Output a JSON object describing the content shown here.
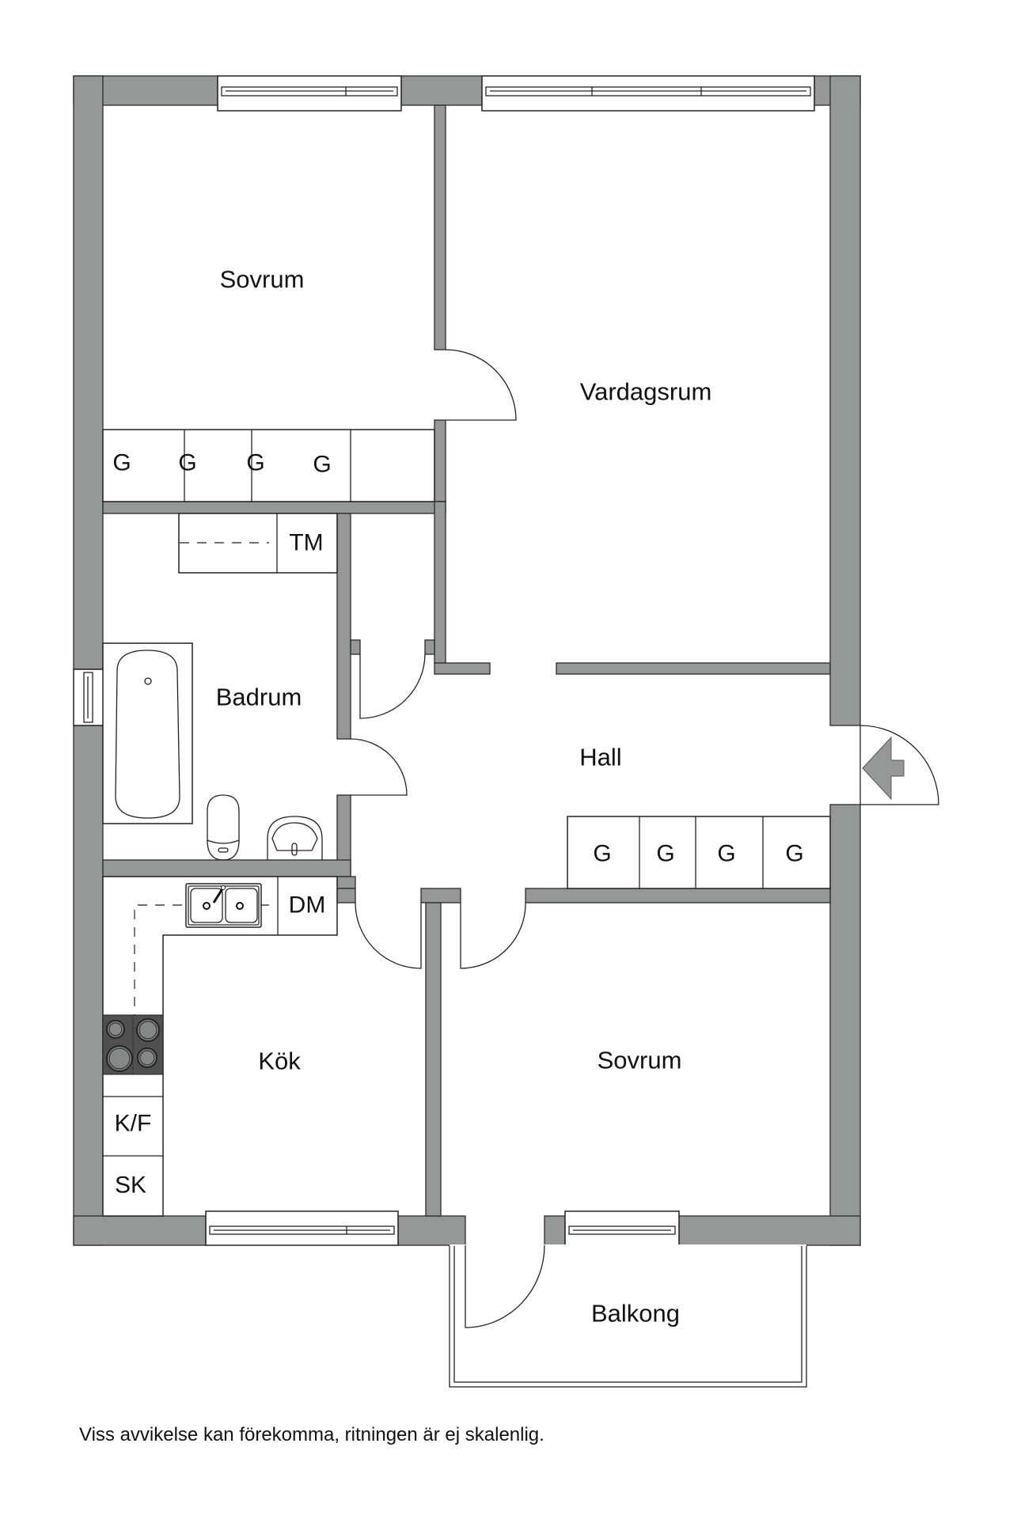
{
  "plan": {
    "colors": {
      "wall": "#959898",
      "stove": "#4f5151",
      "burner": "#858888",
      "background": "#ffffff"
    },
    "rooms": {
      "bedroom_top": "Sovrum",
      "living_room": "Vardagsrum",
      "bathroom": "Badrum",
      "hall": "Hall",
      "kitchen": "Kök",
      "bedroom_bottom": "Sovrum",
      "balcony": "Balkong"
    },
    "fixtures": {
      "bedroom_wardrobes": [
        "G",
        "G",
        "G",
        "G"
      ],
      "hall_wardrobes": [
        "G",
        "G",
        "G",
        "G"
      ],
      "washing_machine": "TM",
      "dishwasher": "DM",
      "fridge_freezer": "K/F",
      "cabinet": "SK"
    },
    "icons": {
      "entrance": "entrance-arrow-icon"
    }
  },
  "footer": {
    "disclaimer": "Viss avvikelse kan förekomma, ritningen är ej skalenlig."
  }
}
